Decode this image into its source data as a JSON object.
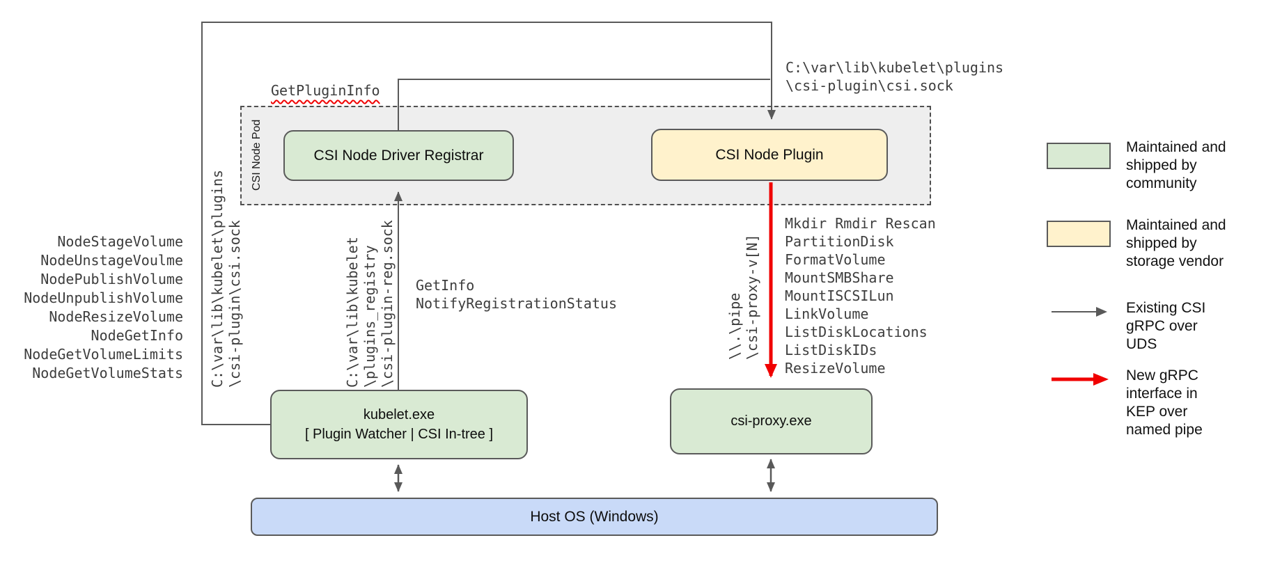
{
  "diagram": {
    "pod_label": "CSI Node Pod",
    "boxes": {
      "registrar": {
        "label": "CSI Node Driver Registrar"
      },
      "plugin": {
        "label": "CSI Node Plugin"
      },
      "kubelet": {
        "line1": "kubelet.exe",
        "line2": "[ Plugin Watcher | CSI In-tree ]"
      },
      "csi_proxy": {
        "label": "csi-proxy.exe"
      },
      "host_os": {
        "label": "Host OS (Windows)"
      }
    },
    "labels": {
      "get_plugin_info": "GetPluginInfo",
      "csi_sock_line1": "C:\\var\\lib\\kubelet\\plugins",
      "csi_sock_line2": "\\csi-plugin\\csi.sock",
      "get_info": "GetInfo",
      "notify_registration_status": "NotifyRegistrationStatus"
    },
    "rotated_paths": {
      "kubelet_plugins_sock": [
        "C:\\var\\lib\\kubelet\\plugins",
        "\\csi-plugin\\csi.sock"
      ],
      "registration_sock": [
        "C:\\var\\lib\\kubelet",
        "\\plugins_registry",
        "\\csi-plugin-reg.sock"
      ],
      "named_pipe": [
        "\\\\.\\pipe",
        "\\csi-proxy-v[N]"
      ]
    },
    "node_methods": [
      "NodeStageVolume",
      "NodeUnstageVoulme",
      "NodePublishVolume",
      "NodeUnpublishVolume",
      "NodeResizeVolume",
      "NodeGetInfo",
      "NodeGetVolumeLimits",
      "NodeGetVolumeStats"
    ],
    "proxy_methods": [
      "Mkdir Rmdir Rescan",
      "PartitionDisk",
      "FormatVolume",
      "MountSMBShare",
      "MountISCSILun",
      "LinkVolume",
      "ListDiskLocations",
      "ListDiskIDs",
      "ResizeVolume"
    ]
  },
  "legend": {
    "community": {
      "line1": "Maintained and",
      "line2": "shipped by",
      "line3": "community"
    },
    "storage_vendor": {
      "line1": "Maintained and",
      "line2": "shipped by",
      "line3": "storage vendor"
    },
    "existing_grpc": {
      "line1": "Existing CSI",
      "line2": "gRPC over",
      "line3": "UDS"
    },
    "new_grpc": {
      "line1": "New gRPC",
      "line2": "interface in",
      "line3": "KEP over",
      "line4": "named pipe"
    }
  },
  "colors": {
    "community_green": "#d9ead3",
    "vendor_yellow": "#fff2cc",
    "host_blue": "#c9daf8",
    "pod_gray": "#eeeeee",
    "wire_gray": "#595959",
    "new_interface_red": "#f00000"
  }
}
